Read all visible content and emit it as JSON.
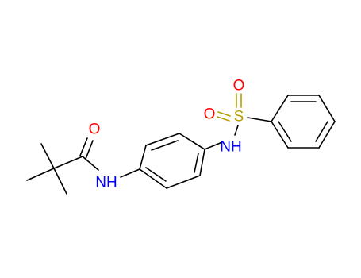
{
  "colors": {
    "background": "#ffffff",
    "carbon_bond": "#000000",
    "oxygen": "#ff0000",
    "nitrogen": "#0000ff",
    "sulfur": "#b8a000"
  },
  "atoms": {
    "o_carbonyl": "O",
    "nh_amide": "NH",
    "nh_sulfonamide": "NH",
    "sulfur": "S",
    "o_sulfonyl_top": "O",
    "o_sulfonyl_left": "O"
  }
}
